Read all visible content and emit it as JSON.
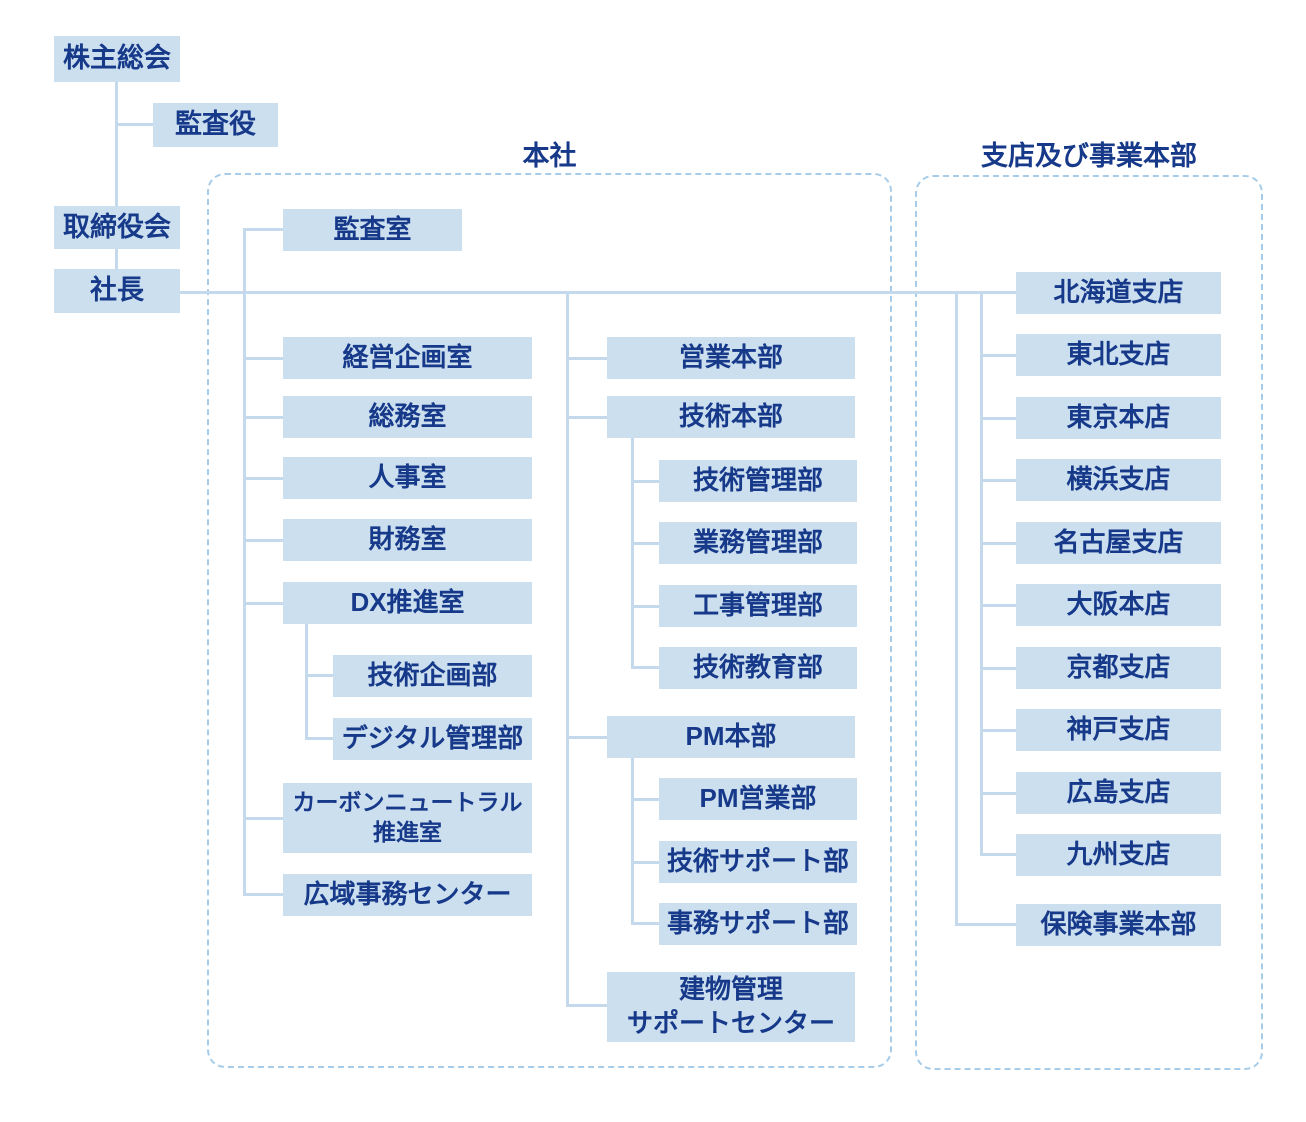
{
  "org": {
    "colors": {
      "box_fill": "#cbdfef",
      "text": "#17398a",
      "connector": "#c4d9eb",
      "group_border": "#a6cce9",
      "background": "#ffffff"
    },
    "root": {
      "shareholders_meeting": "株主総会",
      "auditor": "監査役",
      "board_of_directors": "取締役会",
      "president": "社長"
    },
    "head_office": {
      "title": "本社",
      "audit_office": "監査室",
      "management_planning_office": "経営企画室",
      "general_affairs_office": "総務室",
      "hr_office": "人事室",
      "finance_office": "財務室",
      "dx_promotion_office": "DX推進室",
      "tech_planning_dept": "技術企画部",
      "digital_mgmt_dept": "デジタル管理部",
      "carbon_neutral_office": "カーボンニュートラル\n推進室",
      "wide_area_admin_center": "広域事務センター",
      "sales_hq": "営業本部",
      "engineering_hq": "技術本部",
      "tech_mgmt_dept": "技術管理部",
      "operations_mgmt_dept": "業務管理部",
      "construction_mgmt_dept": "工事管理部",
      "tech_education_dept": "技術教育部",
      "pm_hq": "PM本部",
      "pm_sales_dept": "PM営業部",
      "tech_support_dept": "技術サポート部",
      "admin_support_dept": "事務サポート部",
      "building_mgmt_support_center": "建物管理\nサポートセンター"
    },
    "branches": {
      "title": "支店及び事業本部",
      "hokkaido": "北海道支店",
      "tohoku": "東北支店",
      "tokyo": "東京本店",
      "yokohama": "横浜支店",
      "nagoya": "名古屋支店",
      "osaka": "大阪本店",
      "kyoto": "京都支店",
      "kobe": "神戸支店",
      "hiroshima": "広島支店",
      "kyushu": "九州支店",
      "insurance_business_hq": "保険事業本部"
    }
  }
}
